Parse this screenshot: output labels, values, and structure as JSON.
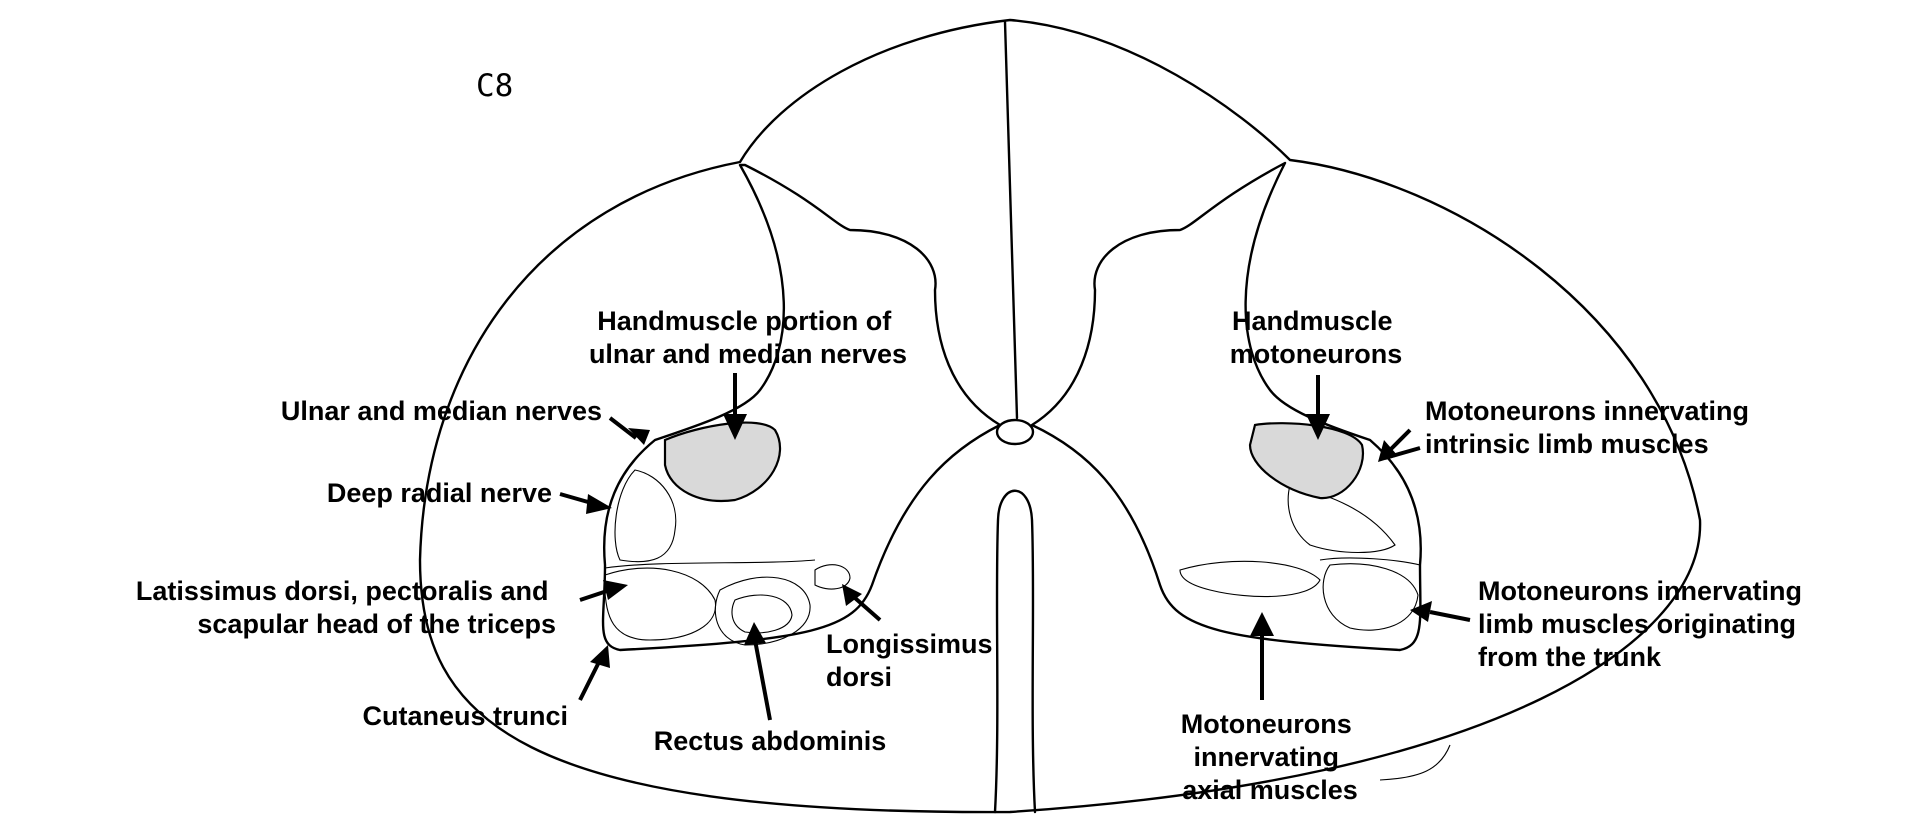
{
  "segment": "C8",
  "labels": {
    "hand_portion": [
      "Handmuscle portion of",
      "ulnar and median nerves"
    ],
    "hand_motoneurons": [
      "Handmuscle",
      "motoneurons"
    ],
    "ulnar_median": [
      "Ulnar and median nerves"
    ],
    "intrinsic": [
      "Motoneurons innervating",
      "intrinsic limb muscles"
    ],
    "deep_radial": [
      "Deep radial nerve"
    ],
    "latissimus": [
      "Latissimus dorsi, pectoralis and",
      "scapular head of the triceps"
    ],
    "longissimus": [
      "Longissimus",
      "dorsi"
    ],
    "trunk_limb": [
      "Motoneurons innervating",
      "limb muscles originating",
      "from the trunk"
    ],
    "cutaneus": [
      "Cutaneus trunci"
    ],
    "rectus": [
      "Rectus abdominis"
    ],
    "axial": [
      "Motoneurons",
      "innervating",
      "axial muscles"
    ]
  },
  "colors": {
    "shaded_region": "#d9d9d9",
    "ink": "#000000"
  }
}
